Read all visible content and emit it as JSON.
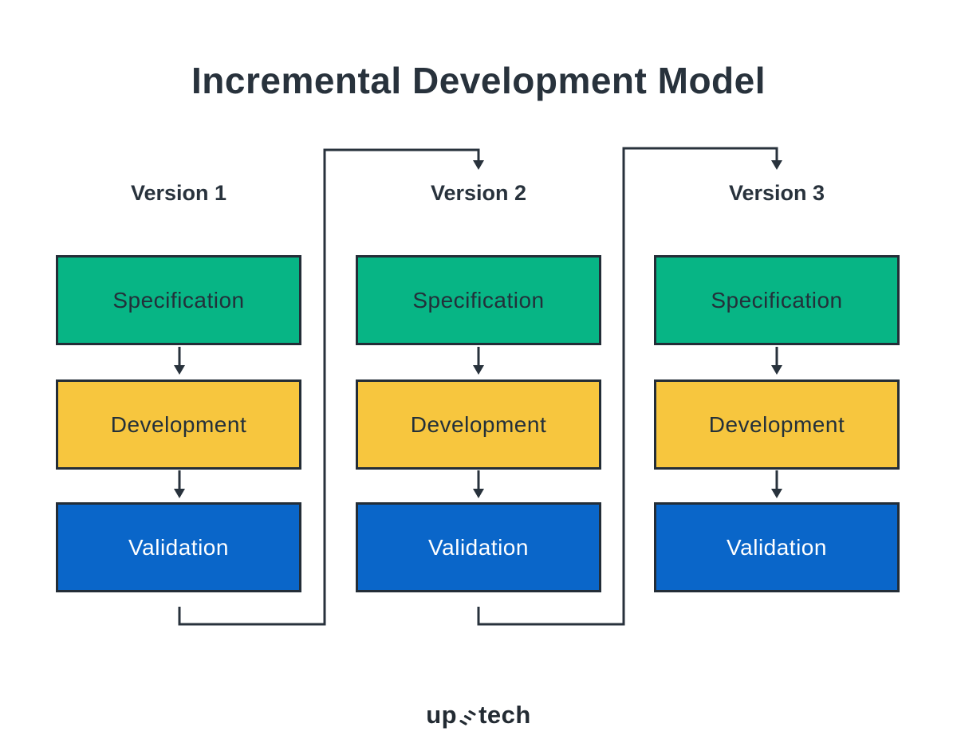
{
  "title": "Incremental Development Model",
  "columns": [
    {
      "version": "Version 1",
      "stages": [
        {
          "label": "Specification",
          "color": "#07b585",
          "text_color": "#23303a"
        },
        {
          "label": "Development",
          "color": "#f7c63e",
          "text_color": "#23303a"
        },
        {
          "label": "Validation",
          "color": "#0a66c9",
          "text_color": "#ffffff"
        }
      ]
    },
    {
      "version": "Version 2",
      "stages": [
        {
          "label": "Specification",
          "color": "#07b585",
          "text_color": "#23303a"
        },
        {
          "label": "Development",
          "color": "#f7c63e",
          "text_color": "#23303a"
        },
        {
          "label": "Validation",
          "color": "#0a66c9",
          "text_color": "#ffffff"
        }
      ]
    },
    {
      "version": "Version 3",
      "stages": [
        {
          "label": "Specification",
          "color": "#07b585",
          "text_color": "#23303a"
        },
        {
          "label": "Development",
          "color": "#f7c63e",
          "text_color": "#23303a"
        },
        {
          "label": "Validation",
          "color": "#0a66c9",
          "text_color": "#ffffff"
        }
      ]
    }
  ],
  "logo": {
    "prefix": "up",
    "suffix": "tech",
    "icon": "zigzag-icon"
  },
  "colors": {
    "background": "#ffffff",
    "line": "#28323c",
    "specification": "#07b585",
    "development": "#f7c63e",
    "validation": "#0a66c9",
    "text_dark": "#28323c",
    "text_light": "#ffffff"
  }
}
